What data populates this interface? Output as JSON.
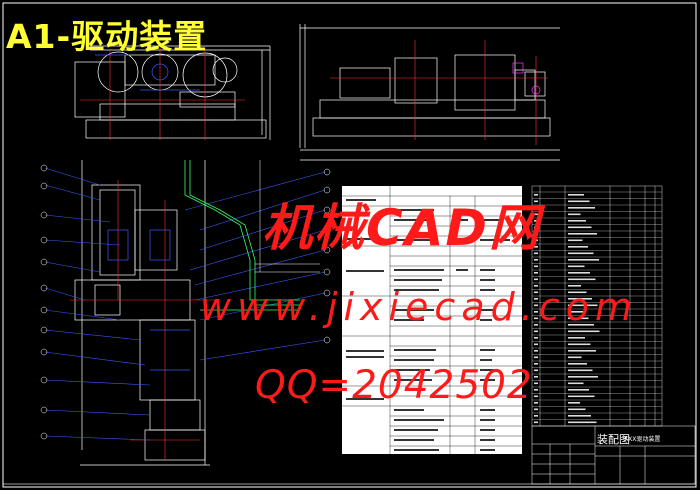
{
  "title": "A1-驱动装置",
  "watermark": {
    "line1": "机械CAD网",
    "line2": "www.jixiecad.com",
    "line3": "QQ=2042502"
  },
  "title_block": {
    "name": "装配图",
    "sub": "XXX驱动装置"
  },
  "colors": {
    "background": "#000000",
    "title": "#ffff33",
    "watermark": "#ff1a1a",
    "line_white": "#ffffff",
    "line_blue": "#3d5bff",
    "line_red": "#ff3333",
    "line_green": "#33ff66",
    "line_magenta": "#ff33ff"
  }
}
